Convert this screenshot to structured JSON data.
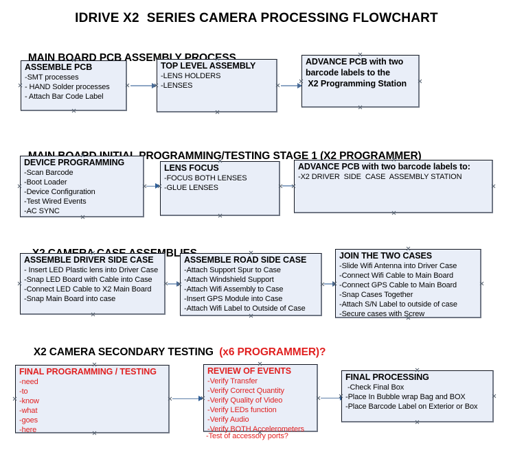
{
  "title": "IDRIVE X2  SERIES CAMERA PROCESSING FLOWCHART",
  "colors": {
    "box_fill": "#e9eef8",
    "box_border": "#10141e",
    "box_shadow": "#6f7684",
    "arrow": "#8ca5c4",
    "accent_red": "#e02020",
    "text": "#000000",
    "background": "#ffffff"
  },
  "sections": [
    {
      "heading": "MAIN BOARD PCB ASSEMBLY PROCESS",
      "heading_accent": "",
      "boxes": [
        {
          "title": "ASSEMBLE PCB",
          "lines": [
            "-SMT processes",
            "- HAND Solder processes",
            "- Attach Bar Code Label"
          ]
        },
        {
          "title": "TOP LEVEL ASSEMBLY",
          "lines": [
            "-LENS HOLDERS",
            "-LENSES"
          ]
        },
        {
          "title": "ADVANCE PCB with two",
          "lines": [
            "barcode labels to the",
            " X2 Programming Station"
          ]
        }
      ]
    },
    {
      "heading": "MAIN BOARD INITIAL PROGRAMMING/TESTING STAGE 1 (X2 PROGRAMMER)",
      "heading_accent": "",
      "boxes": [
        {
          "title": "DEVICE PROGRAMMING",
          "lines": [
            "-Scan Barcode",
            "-Boot Loader",
            "-Device Configuration",
            "-Test Wired Events",
            "-AC SYNC"
          ]
        },
        {
          "title": "LENS FOCUS",
          "lines": [
            "-FOCUS BOTH LENSES",
            "-GLUE LENSES"
          ]
        },
        {
          "title": "ADVANCE PCB with two barcode labels to:",
          "lines": [
            "-X2 DRIVER  SIDE  CASE  ASSEMBLY STATION"
          ]
        }
      ]
    },
    {
      "heading": "X2 CAMERA CASE ASSEMBLIES",
      "heading_accent": "",
      "boxes": [
        {
          "title": "ASSEMBLE DRIVER SIDE CASE",
          "lines": [
            "- Insert LED Plastic lens into Driver Case",
            "-Snap LED Board with Cable into Case",
            "-Connect LED Cable to X2 Main Board",
            "-Snap Main Board into case"
          ]
        },
        {
          "title": "ASSEMBLE ROAD SIDE CASE",
          "lines": [
            "-Attach Support Spur to Case",
            "-Attach Windshield Support",
            "-Attach Wifi Assembly to Case",
            "-Insert GPS Module into Case",
            "-Attach Wifi Label to Outside of Case"
          ]
        },
        {
          "title": "JOIN THE TWO CASES",
          "lines": [
            "-Slide Wifi Antenna into Driver Case",
            "-Connect Wifi Cable to Main Board",
            "-Connect GPS Cable to Main Board",
            "-Snap Cases Together",
            "-Attach S/N Label to outside of case",
            "-Secure cases with Screw"
          ]
        }
      ]
    },
    {
      "heading": "X2 CAMERA SECONDARY TESTING",
      "heading_accent": "(x6 PROGRAMMER)?",
      "boxes": [
        {
          "title": "FINAL PROGRAMMING / TESTING",
          "lines": [
            "-need",
            "-to",
            "-know",
            "-what",
            "-goes",
            "-here"
          ]
        },
        {
          "title": "REVIEW OF EVENTS",
          "lines": [
            "-Verify Transfer",
            "-Verify Correct Quantity",
            "-Verify Quality of Video",
            "-Verify LEDs function",
            "-Verify Audio",
            "-Verify BOTH Accelerometers"
          ],
          "overflow_line": "-Test of accessory ports?"
        },
        {
          "title": "FINAL PROCESSING",
          "lines": [
            " -Check Final Box",
            "-Place In Bubble wrap Bag and BOX",
            "-Place Barcode Label on Exterior or Box"
          ]
        }
      ]
    }
  ]
}
